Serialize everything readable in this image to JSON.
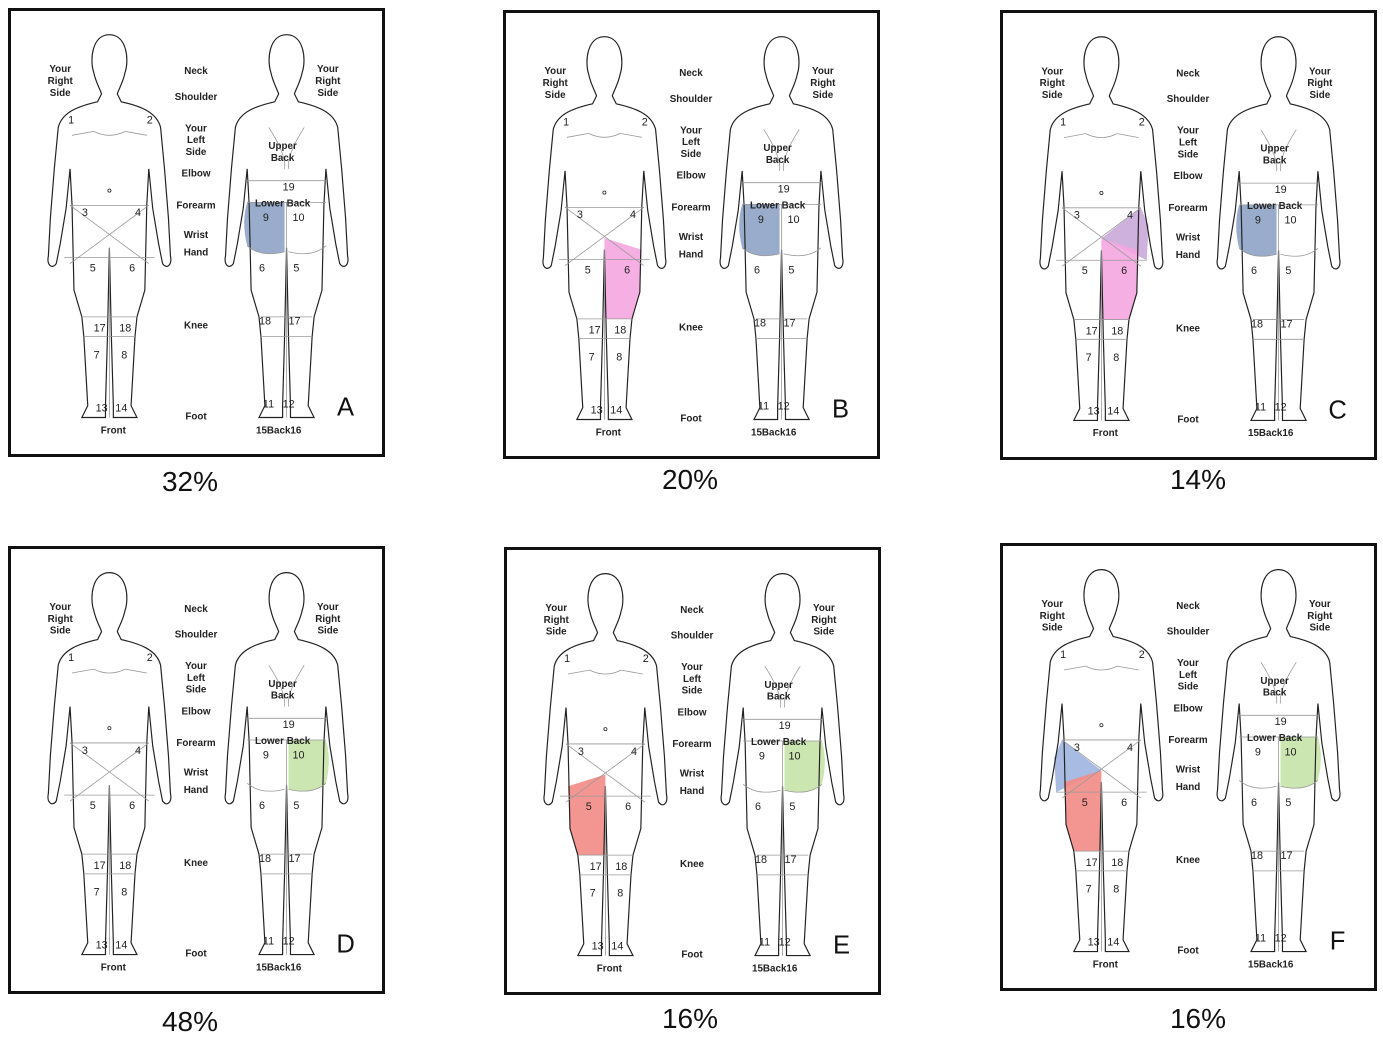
{
  "labels": {
    "your_right_side": [
      "Your",
      "Right",
      "Side"
    ],
    "your_left_side": [
      "Your",
      "Left",
      "Side"
    ],
    "neck": "Neck",
    "shoulder": "Shoulder",
    "elbow": "Elbow",
    "forearm": "Forearm",
    "wrist": "Wrist",
    "hand": "Hand",
    "knee": "Knee",
    "foot": "Foot",
    "upper_back": [
      "Upper",
      "Back"
    ],
    "lower_back": "Lower Back",
    "front": "Front",
    "back_caption": "15Back16"
  },
  "panels": [
    {
      "letter": "A",
      "percent": "32%",
      "highlights": [
        {
          "zone": "back-9",
          "color": "#8ea3c6"
        }
      ]
    },
    {
      "letter": "B",
      "percent": "20%",
      "highlights": [
        {
          "zone": "back-9",
          "color": "#8ea3c6"
        },
        {
          "zone": "front-6",
          "color": "#f4a6e0"
        }
      ]
    },
    {
      "letter": "C",
      "percent": "14%",
      "highlights": [
        {
          "zone": "back-9",
          "color": "#8ea3c6"
        },
        {
          "zone": "front-4",
          "color": "#c9a9d8"
        },
        {
          "zone": "front-6",
          "color": "#f4a6e0"
        }
      ]
    },
    {
      "letter": "D",
      "percent": "48%",
      "highlights": [
        {
          "zone": "back-10",
          "color": "#c6e3a8"
        }
      ]
    },
    {
      "letter": "E",
      "percent": "16%",
      "highlights": [
        {
          "zone": "back-10",
          "color": "#c6e3a8"
        },
        {
          "zone": "front-5",
          "color": "#f28b85"
        }
      ]
    },
    {
      "letter": "F",
      "percent": "16%",
      "highlights": [
        {
          "zone": "back-10",
          "color": "#c6e3a8"
        },
        {
          "zone": "front-3",
          "color": "#9fb4e0"
        },
        {
          "zone": "front-5",
          "color": "#f28b85"
        }
      ]
    }
  ]
}
